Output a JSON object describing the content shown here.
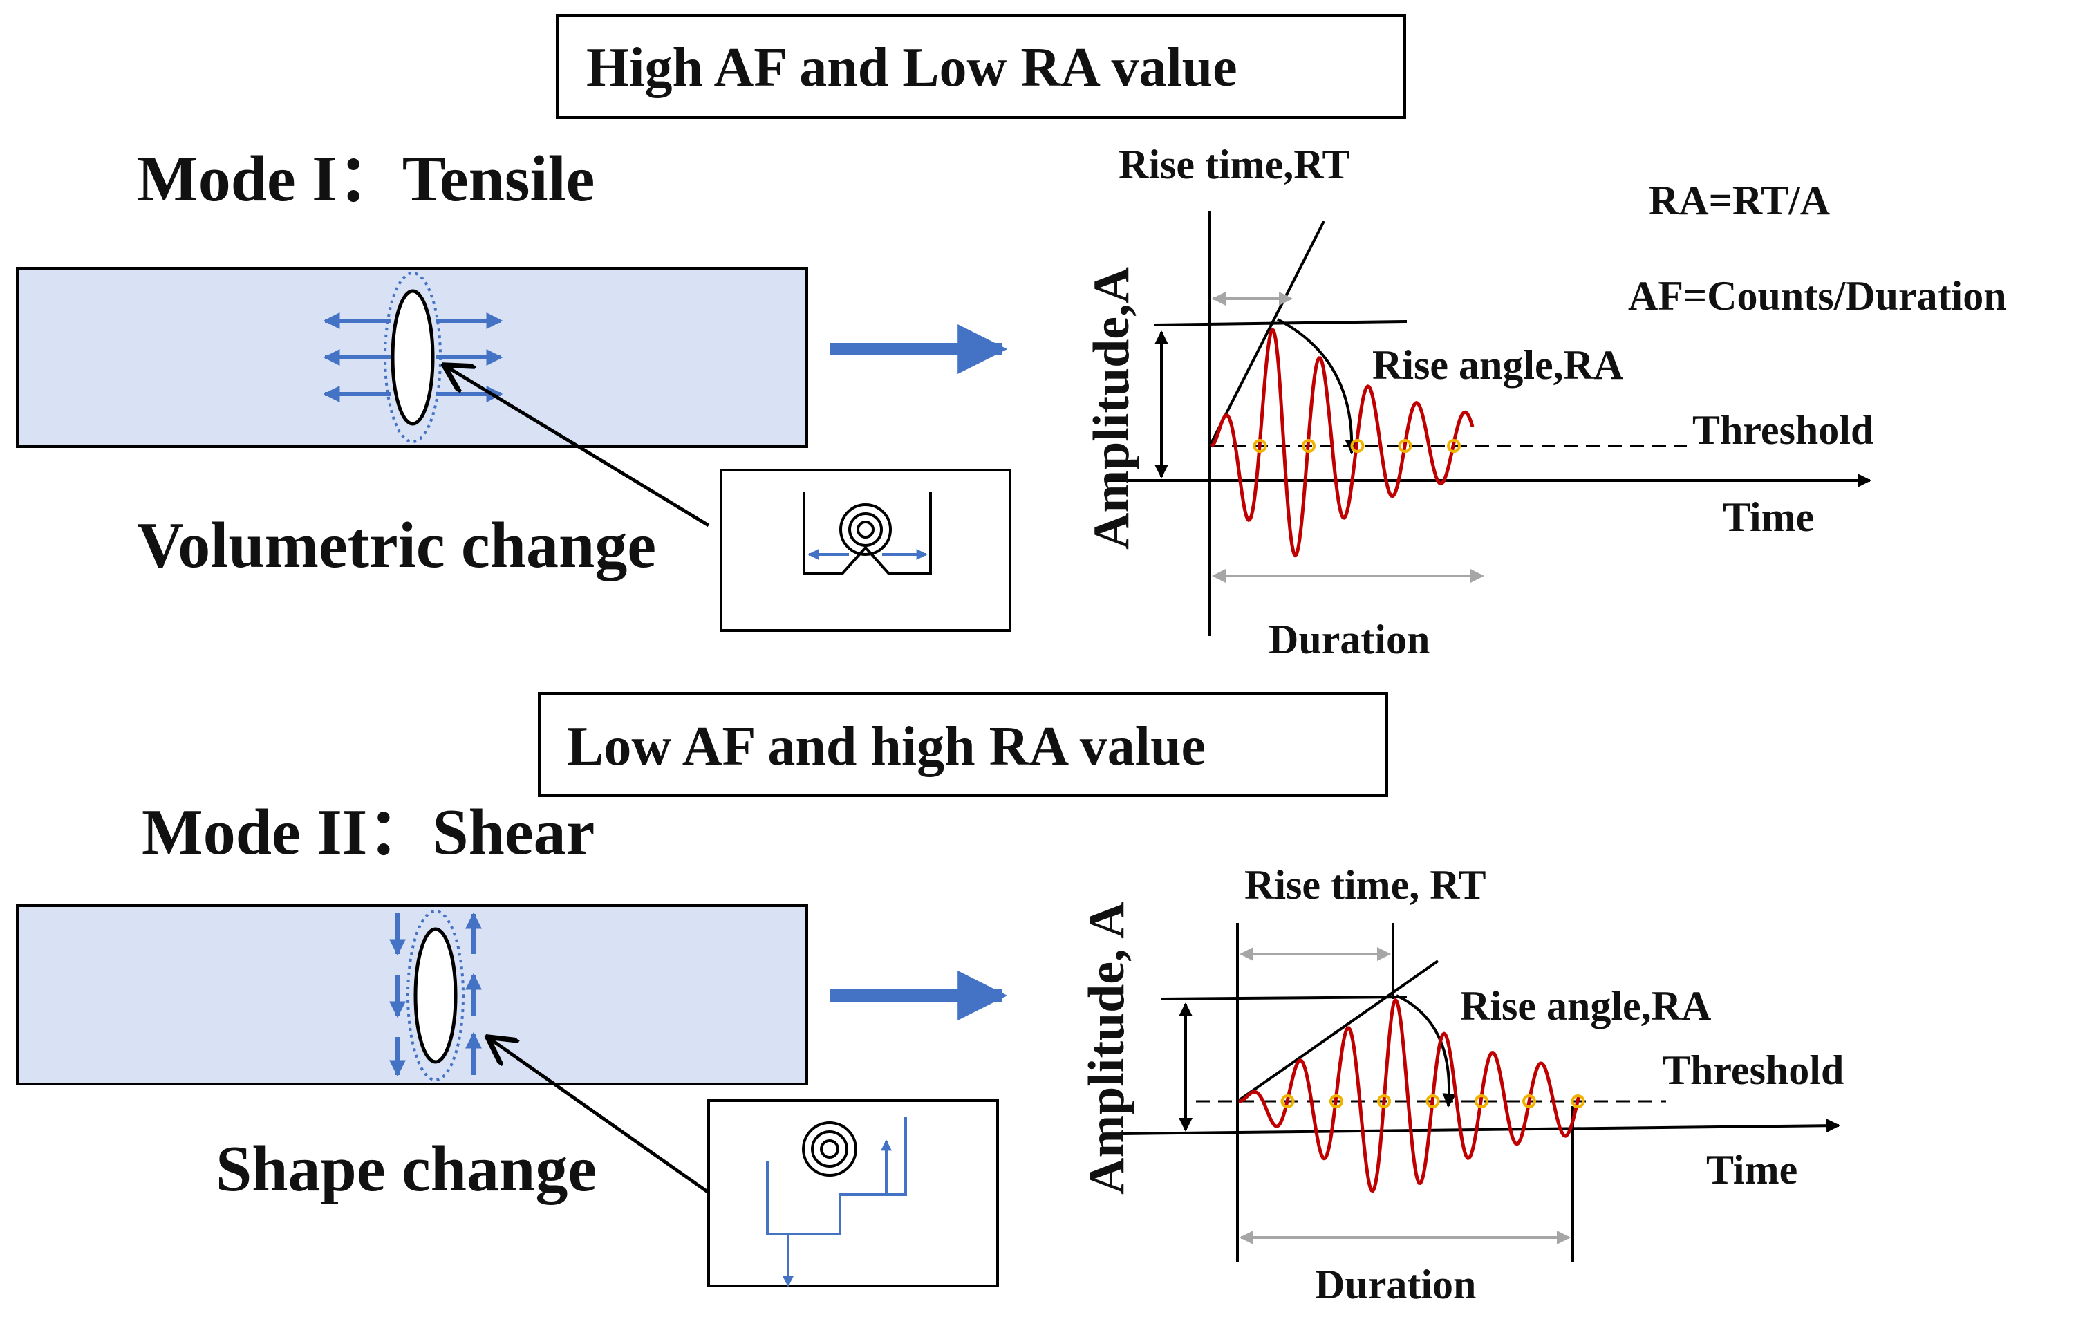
{
  "colors": {
    "specimen_fill": "#d9e2f5",
    "arrow_blue": "#4472c4",
    "wave_red": "#c00000",
    "guide_gray": "#a6a6a6",
    "crossing_marker": "#f0b400"
  },
  "icons": {
    "tensile_inset": "concentric-circle-with-opposing-horizontal-arrows",
    "shear_inset": "concentric-circle-with-offset-vertical-arrows"
  },
  "top": {
    "box_title": "High AF and Low RA value",
    "mode_label": "Mode I：Tensile",
    "change_label": "Volumetric change",
    "rise_time_label": "Rise time,RT",
    "y_axis_label": "Amplitude,A",
    "rise_angle_label": "Rise angle,RA",
    "threshold_label": "Threshold",
    "time_label": "Time",
    "duration_label": "Duration",
    "formula_ra": "RA=RT/A",
    "formula_af": "AF=Counts/Duration"
  },
  "bottom": {
    "box_title": "Low AF and high RA value",
    "mode_label": "Mode II：Shear",
    "change_label": "Shape change",
    "rise_time_label": "Rise time, RT",
    "y_axis_label": "Amplitude, A",
    "rise_angle_label": "Rise angle,RA",
    "threshold_label": "Threshold",
    "time_label": "Time",
    "duration_label": "Duration"
  }
}
